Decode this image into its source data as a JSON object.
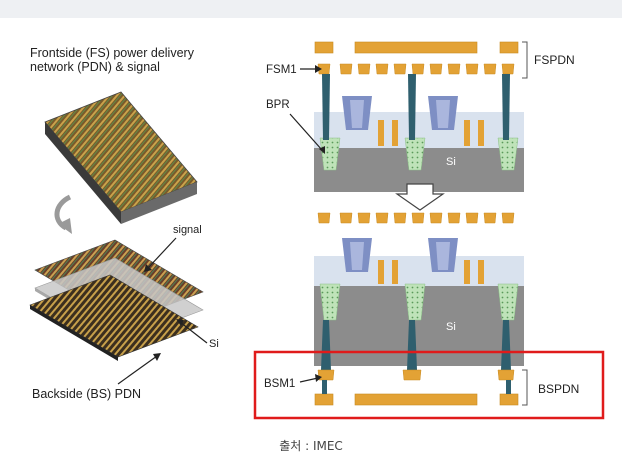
{
  "figure": {
    "left_panel": {
      "title_line1": "Frontside (FS) power delivery",
      "title_line2": "network (PDN) & signal",
      "label_signal": "signal",
      "label_si": "Si",
      "label_backside": "Backside (BS) PDN"
    },
    "right_panel": {
      "label_fspdn": "FSPDN",
      "label_fsm1": "FSM1",
      "label_bpr": "BPR",
      "label_si_top": "Si",
      "label_si_bottom": "Si",
      "label_bsm1": "BSM1",
      "label_bspdn": "BSPDN"
    }
  },
  "caption": "출처 : IMEC",
  "colors": {
    "metal": "#e3a235",
    "metal_edge": "#c98a20",
    "via": "#2f5f6e",
    "silicon": "#8c8c8c",
    "oxide": "#d9e2ee",
    "gate": "#7e8fc4",
    "bpr_fill": "#bfe3b9",
    "highlight": "#e01b1b"
  }
}
